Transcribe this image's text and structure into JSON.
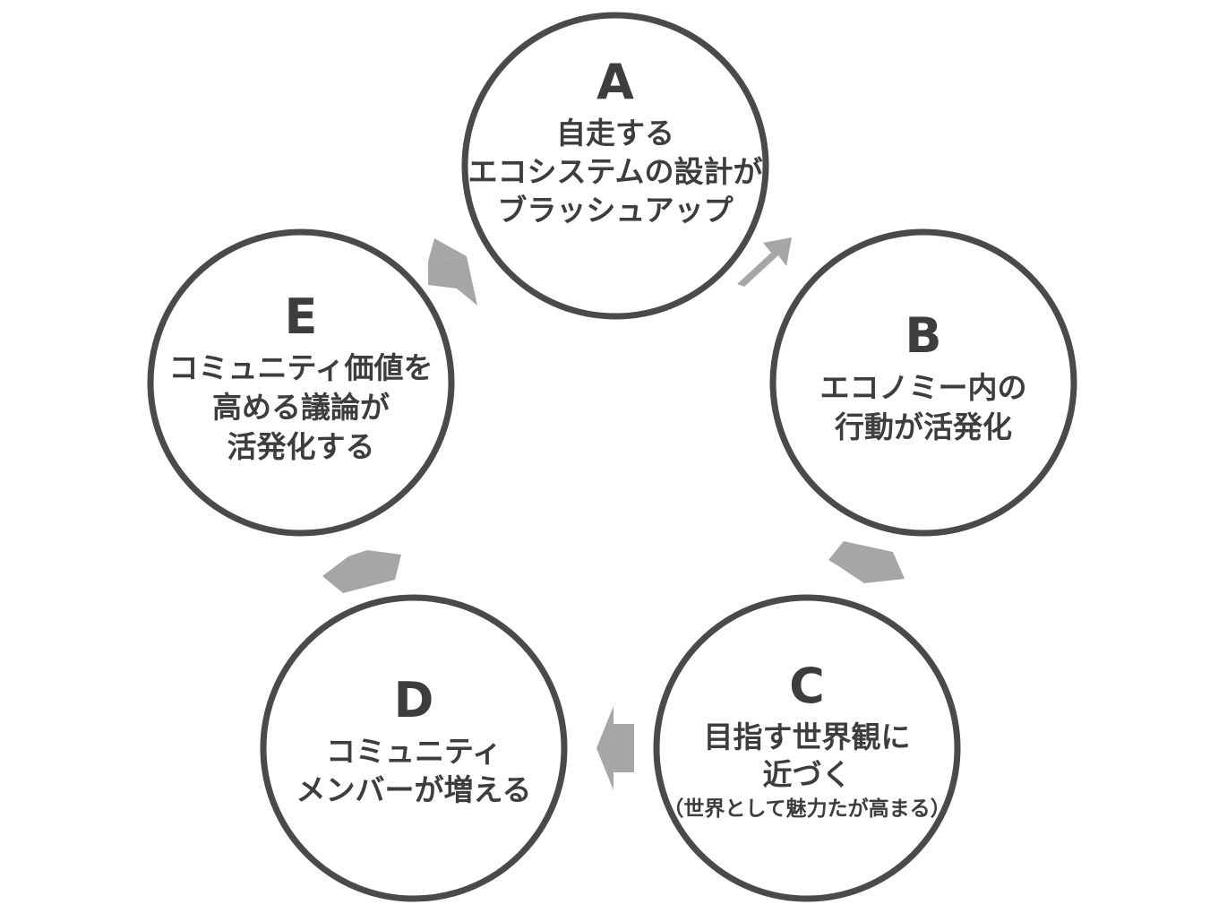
{
  "colors": {
    "circle_stroke": "#4a4a4a",
    "arrow_fill": "#a6a6a6",
    "text": "#3d3d3d"
  },
  "nodes": [
    {
      "letter": "A",
      "lines": [
        "自走する",
        "エコシステムの設計が",
        "ブラッシュアップ"
      ],
      "note": ""
    },
    {
      "letter": "B",
      "lines": [
        "エコノミー内の",
        "行動が活発化"
      ],
      "note": ""
    },
    {
      "letter": "C",
      "lines": [
        "目指す世界観に",
        "近づく"
      ],
      "note": "（世界として魅力たが高まる）"
    },
    {
      "letter": "D",
      "lines": [
        "コミュニティ",
        "メンバーが増える"
      ],
      "note": ""
    },
    {
      "letter": "E",
      "lines": [
        "コミュニティ価値を",
        "高める議論が",
        "活発化する"
      ],
      "note": ""
    }
  ]
}
